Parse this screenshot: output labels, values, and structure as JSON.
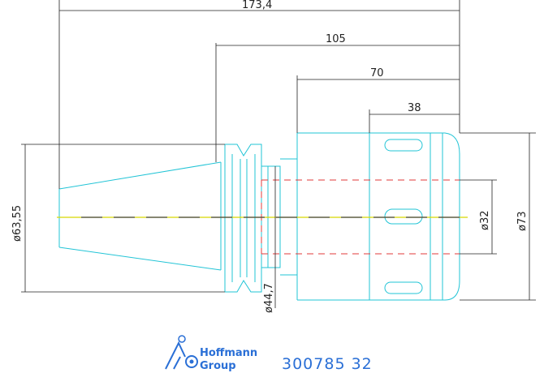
{
  "dimensions": {
    "overall_length": "173,4",
    "length_105": "105",
    "length_70": "70",
    "length_38": "38",
    "dia_63": "ø63,55",
    "dia_44": "ø44,7",
    "dia_32": "ø32",
    "dia_73": "ø73"
  },
  "brand": {
    "line1": "Hoffmann",
    "line2": "Group"
  },
  "part_number": "300785 32",
  "colors": {
    "outline": "#22c4d6",
    "hidden_bore": "#e23a3a",
    "centerline": "#d8d800",
    "brand": "#2a6fd6"
  }
}
